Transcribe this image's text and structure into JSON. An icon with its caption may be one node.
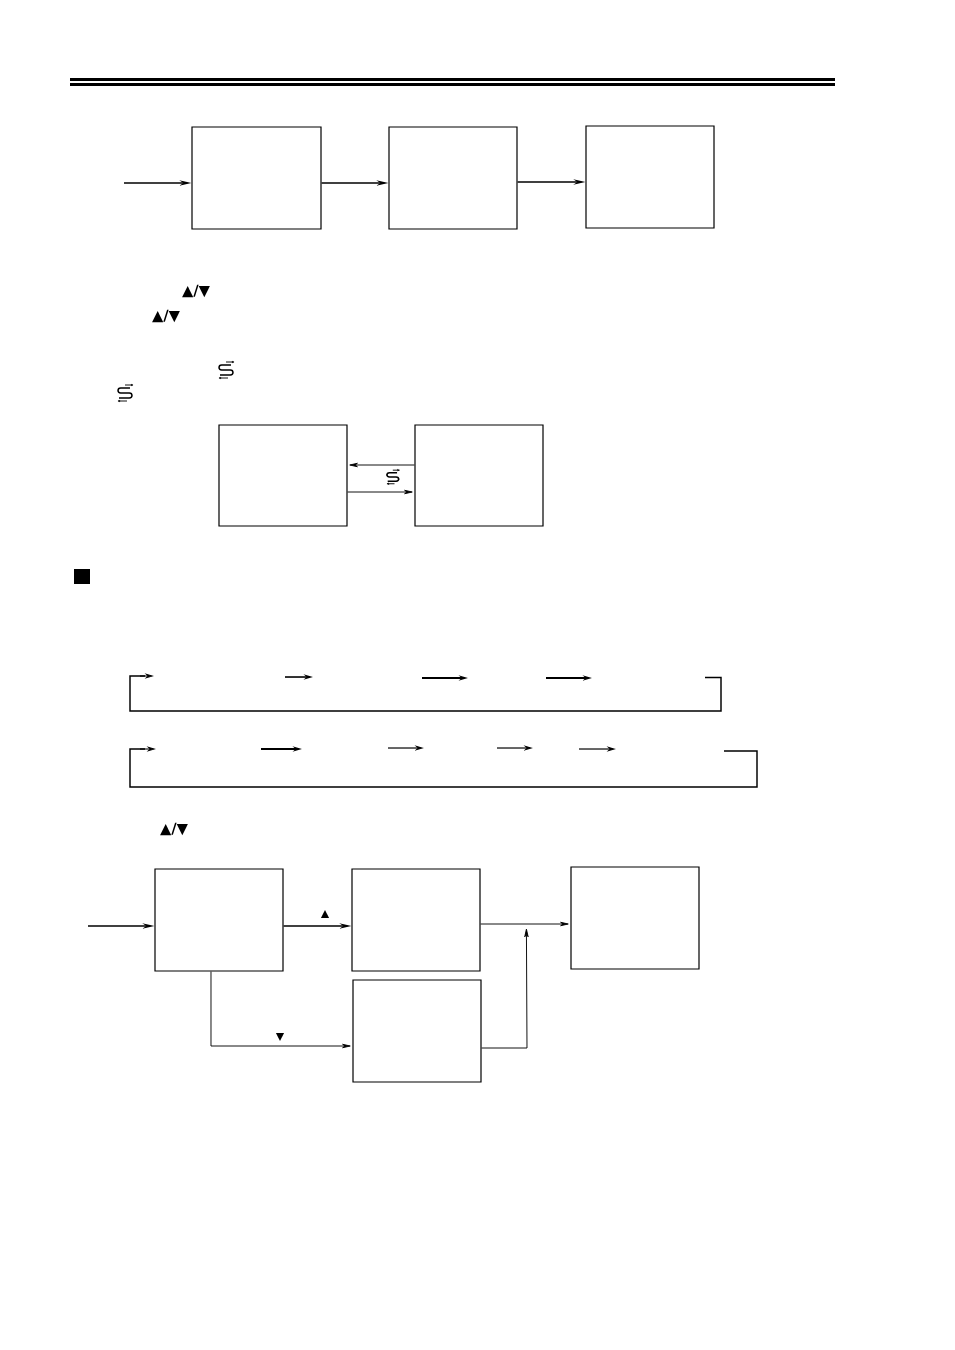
{
  "diagram": {
    "nodes": [
      {
        "text": [],
        "shape": "box"
      },
      {
        "text": [],
        "shape": "box"
      },
      {
        "text": [],
        "shape": "box"
      },
      {
        "text": [],
        "shape": "box"
      },
      {
        "text": [],
        "shape": "box"
      },
      {
        "text": [],
        "shape": "box"
      },
      {
        "text": [],
        "shape": "box"
      },
      {
        "text": [],
        "shape": "box"
      },
      {
        "text": [],
        "shape": "box"
      }
    ],
    "edges": [
      {
        "from": null,
        "to": 0,
        "arrow": "to"
      },
      {
        "from": 0,
        "to": 1,
        "arrow": "to"
      },
      {
        "from": 1,
        "to": 2,
        "arrow": "to"
      },
      {
        "from": 4,
        "to": 3,
        "arrow": "to"
      },
      {
        "from": 3,
        "to": 4,
        "arrow": "to"
      },
      {
        "from": null,
        "to": 5,
        "arrow": "to"
      },
      {
        "from": 5,
        "to": 6,
        "arrow": "to",
        "label": "▲"
      },
      {
        "from": 6,
        "to": 7,
        "arrow": "to"
      },
      {
        "from": 5,
        "to": 8,
        "arrow": "to",
        "label": "▼"
      },
      {
        "from": 8,
        "to": 7,
        "arrow": "to"
      }
    ],
    "labels": [
      "▲/▼",
      "▲/▼",
      "▲/▼"
    ]
  }
}
